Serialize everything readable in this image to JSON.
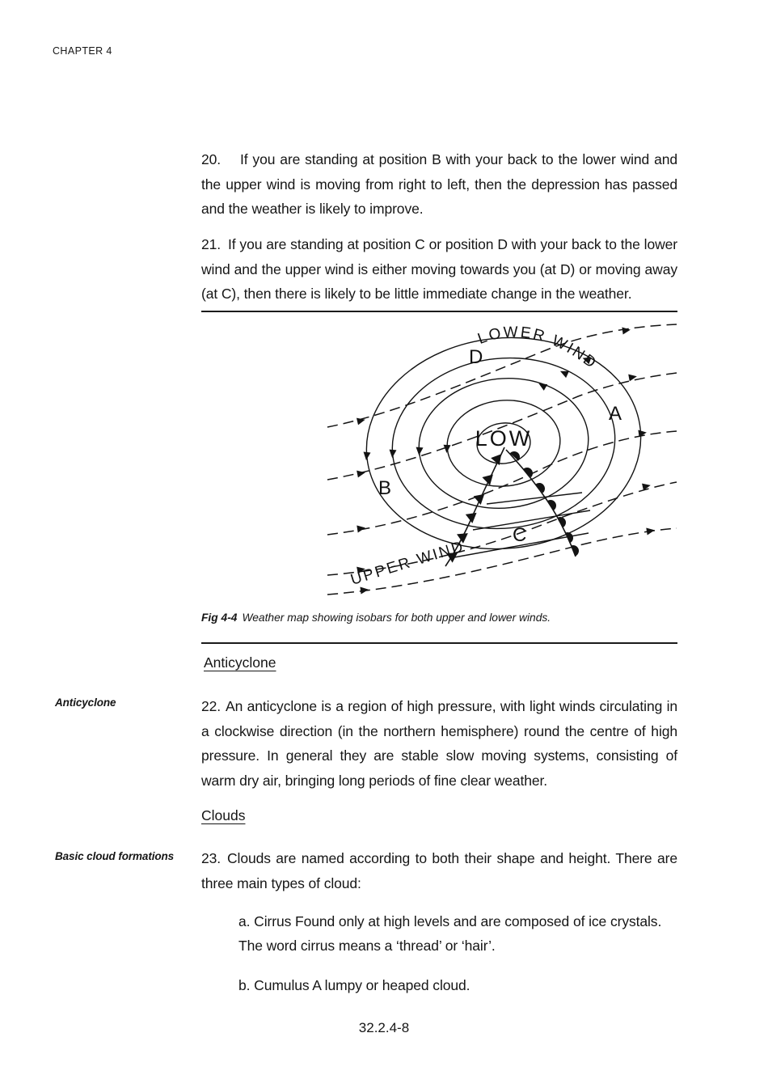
{
  "page": {
    "chapter_header": "CHAPTER 4",
    "page_number": "32.2.4-8"
  },
  "paragraphs": {
    "p20": {
      "num": "20.",
      "text": "If you are standing at position B with your back to the lower wind and the upper wind is moving from right to left, then the depression has passed and the weather is likely to improve."
    },
    "p21": {
      "num": "21.",
      "text": "If you are standing at position C or position D with your back to the lower wind and the upper wind is either moving towards you (at D) or moving away (at C), then there is likely to be little immediate change in the weather."
    },
    "p22": {
      "num": "22.",
      "text": "An anticyclone is a region of high pressure, with light winds circulating in a clockwise direction (in the northern hemisphere) round the centre of high pressure. In general they are stable slow moving systems, consisting of warm dry air, bringing long periods of fine clear weather."
    },
    "p23": {
      "num": "23.",
      "text": "Clouds are named according to both their shape and height. There are three main types of cloud:"
    }
  },
  "list": {
    "item_a": "a. Cirrus Found only at high levels and are composed of ice crystals. The word cirrus means a ‘thread’ or ‘hair’.",
    "item_b": "b. Cumulus A lumpy or heaped cloud."
  },
  "sections": {
    "anticyclone_heading": "Anticyclone",
    "anticyclone_margin_label": "Anticyclone",
    "clouds_heading": "Clouds",
    "clouds_margin_label": "Basic cloud formations"
  },
  "figure": {
    "caption_label": "Fig 4-4",
    "caption_text": "Weather map showing isobars for both upper and lower winds.",
    "labels": {
      "low": "LOW",
      "lower_wind": "LOWER WIND",
      "upper_wind": "UPPER WIND",
      "pos_a": "A",
      "pos_b": "B",
      "pos_c": "C",
      "pos_d": "D"
    }
  }
}
